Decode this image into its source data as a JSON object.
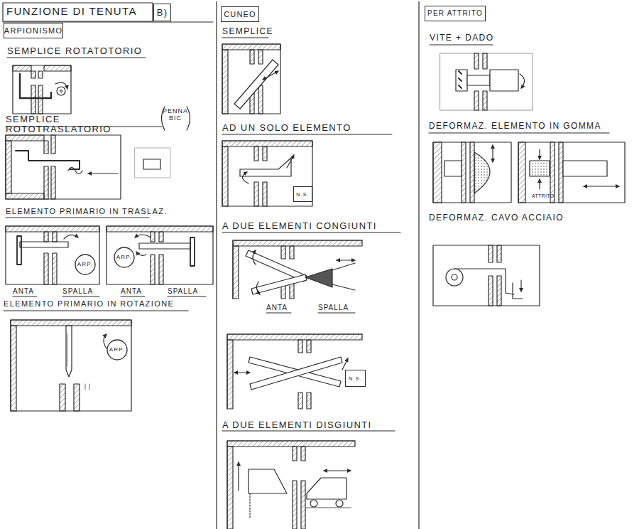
{
  "diagram": {
    "title": "FUNZIONE DI TENUTA",
    "nodes": [
      {
        "text": [
          "B)"
        ]
      },
      {
        "text": [
          "ARPIONISMO"
        ]
      },
      {
        "text": [
          "ARP."
        ]
      },
      {
        "text": [
          "ARP."
        ]
      },
      {
        "text": [
          "ARP."
        ]
      },
      {
        "text": [
          "CUNEO"
        ]
      },
      {
        "text": [
          "N.S."
        ]
      },
      {
        "text": [
          "N.S."
        ]
      },
      {
        "text": [
          "PER ATTRITO"
        ]
      }
    ],
    "labels": [
      "SEMPLICE ROTATOTORIO",
      "SEMPLICE ROTOTRASLATORIO",
      "PENNA BIC",
      "ELEMENTO PRIMARIO IN TRASLAZ.",
      "ANTA",
      "SPALLA",
      "ANTA",
      "SPALLA",
      "ELEMENTO PRIMARIO IN ROTAZIONE",
      "SEMPLICE",
      "AD UN SOLO ELEMENTO",
      "A DUE ELEMENTI CONGIUNTI",
      "ANTA",
      "SPALLA",
      "A DUE ELEMENTI DISGIUNTI",
      "VITE + DADO",
      "DEFORMAZ. ELEMENTO IN GOMMA",
      "ATTRITO",
      "DEFORMAZ. CAVO ACCIAIO"
    ]
  }
}
